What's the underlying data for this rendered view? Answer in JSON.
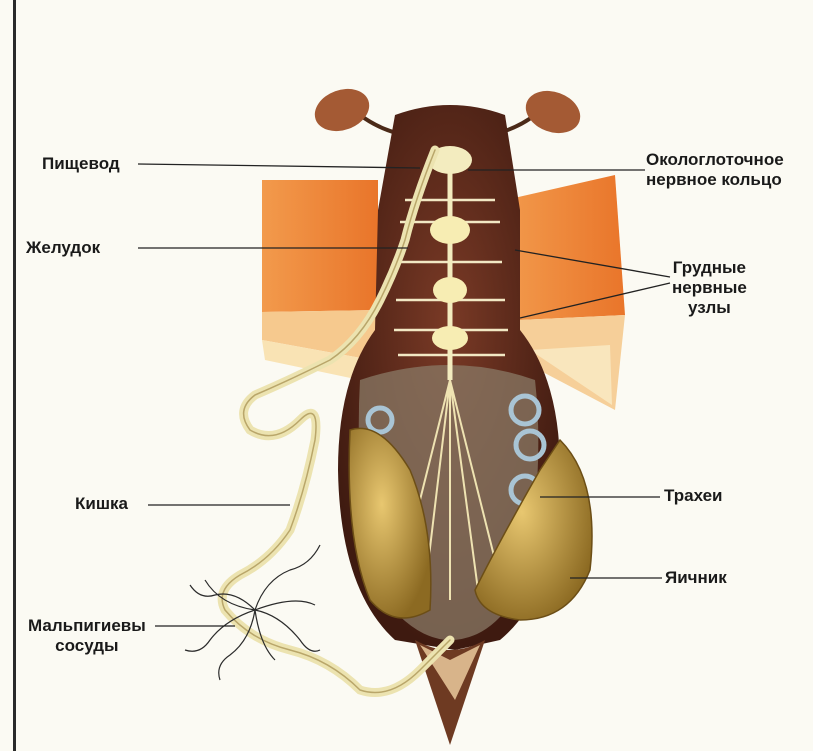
{
  "diagram": {
    "labels": {
      "esophagus": "Пищевод",
      "stomach": "Желудок",
      "intestine": "Кишка",
      "malpighian": "Мальпигиевы\nсосуды",
      "pharyngeal_ring": "Окологлоточное\nнервное кольцо",
      "thoracic_ganglia": "Грудные\nнервные\nузлы",
      "tracheae": "Трахеи",
      "ovary": "Яичник"
    },
    "colors": {
      "wing": "#f08a3c",
      "body_dark": "#5a2a1c",
      "nerve": "#f3ecbf",
      "gut": "#ece3b0",
      "ovary": "#c9a24a",
      "trachea": "#a9c4d4"
    }
  }
}
